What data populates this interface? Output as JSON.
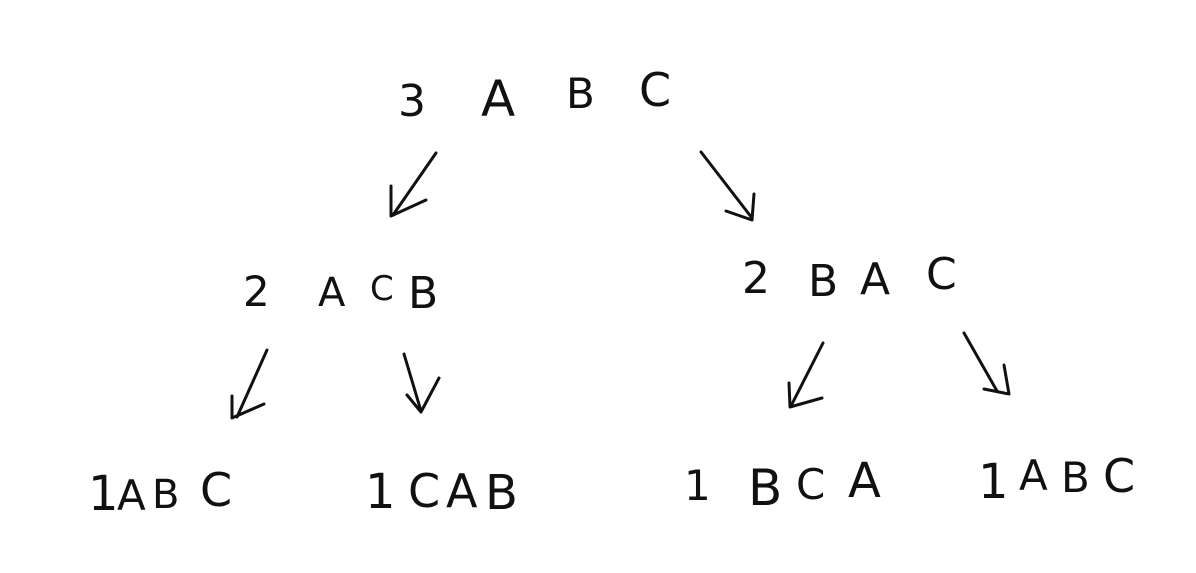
{
  "tree": {
    "root": {
      "depth": "3",
      "letters": [
        "A",
        "B",
        "C"
      ]
    },
    "level2": [
      {
        "depth": "2",
        "letters": [
          "A",
          "C",
          "B"
        ]
      },
      {
        "depth": "2",
        "letters": [
          "B",
          "A",
          "C"
        ]
      }
    ],
    "level3": [
      {
        "depth": "1",
        "letters": [
          "A",
          "B",
          "C"
        ]
      },
      {
        "depth": "1",
        "letters": [
          "C",
          "A",
          "B"
        ]
      },
      {
        "depth": "1",
        "letters": [
          "B",
          "C",
          "A"
        ]
      },
      {
        "depth": "1",
        "letters": [
          "A",
          "B",
          "C"
        ]
      }
    ]
  },
  "colors": {
    "ink": "#111111",
    "background": "#ffffff"
  }
}
